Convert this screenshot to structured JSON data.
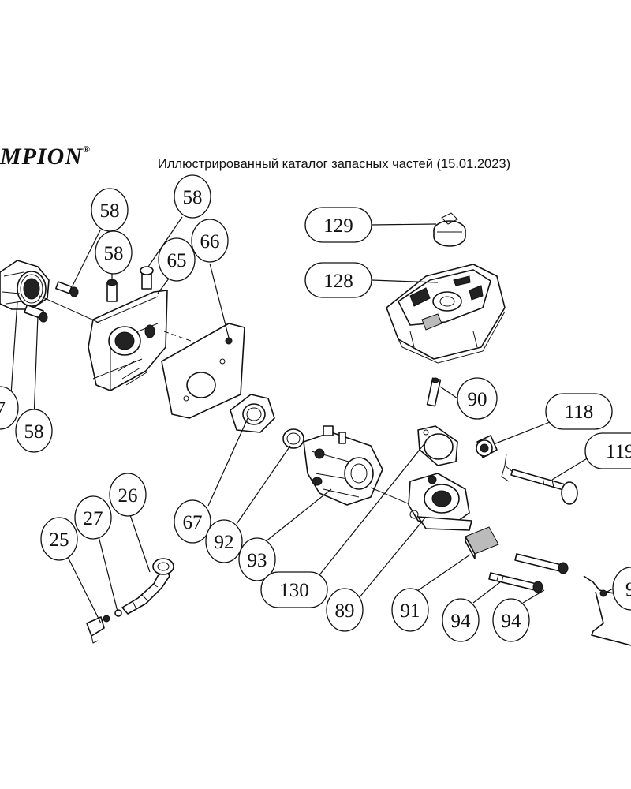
{
  "header": {
    "brand": "MPION",
    "brand_mark": "®",
    "title": "Иллюстрированный каталог запасных частей (15.01.2023)"
  },
  "callouts": [
    "58",
    "58",
    "58",
    "65",
    "66",
    "58",
    "7",
    "129",
    "128",
    "90",
    "118",
    "119",
    "67",
    "92",
    "93",
    "130",
    "89",
    "91",
    "94",
    "94",
    "25",
    "27",
    "26",
    "9"
  ]
}
